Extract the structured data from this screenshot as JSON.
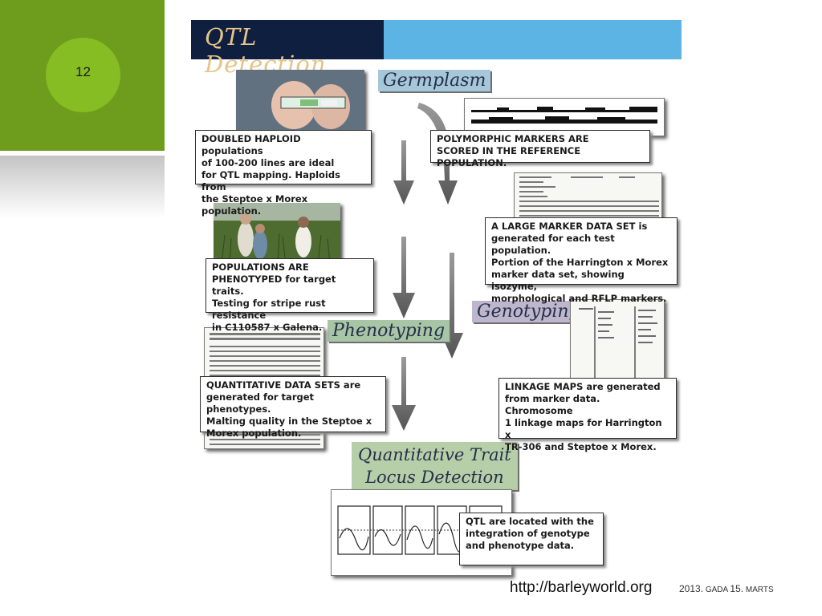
{
  "slide": {
    "number": "12",
    "url": "http://barleyworld.org"
  },
  "footer": {
    "year": "2013.",
    "gada": "gada",
    "day": "15.",
    "month": "marts"
  },
  "figure": {
    "title": "QTL Detection",
    "stages": {
      "germplasm": "Germplasm",
      "phenotyping": "Phenotyping",
      "genotyping": "Genotyping",
      "qtl_line1": "Quantitative Trait",
      "qtl_line2": "Locus Detection"
    },
    "captions": {
      "doubled_haploid": "DOUBLED HAPLOID populations\nof 100-200 lines are ideal\nfor QTL mapping. Haploids from\nthe Steptoe x Morex population.",
      "polymorphic": "POLYMORPHIC MARKERS ARE\nSCORED IN THE REFERENCE POPULATION.",
      "marker_data": "A LARGE MARKER DATA SET is\ngenerated for each test population.\nPortion of the Harrington x Morex\nmarker data set, showing isozyme,\nmorphological and RFLP markers.",
      "phenotyped": "POPULATIONS ARE\nPHENOTYPED for target traits.\nTesting for stripe rust resistance\nin C110587 x Galena.",
      "quantitative": "QUANTITATIVE DATA SETS are\ngenerated for target phenotypes.\nMalting quality in the Steptoe x\nMorex population.",
      "linkage": "LINKAGE MAPS are generated\nfrom marker data. Chromosome\n1 linkage maps for Harrington x\nTR-306 and Steptoe x Morex.",
      "qtl_located": "QTL are located with the\nintegration of genotype\nand phenotype data."
    }
  },
  "colors": {
    "accent_green": "#6e9c1c",
    "circle_green": "#86bd23",
    "title_navy": "#0f1f40",
    "title_blue": "#5cb4e4"
  }
}
